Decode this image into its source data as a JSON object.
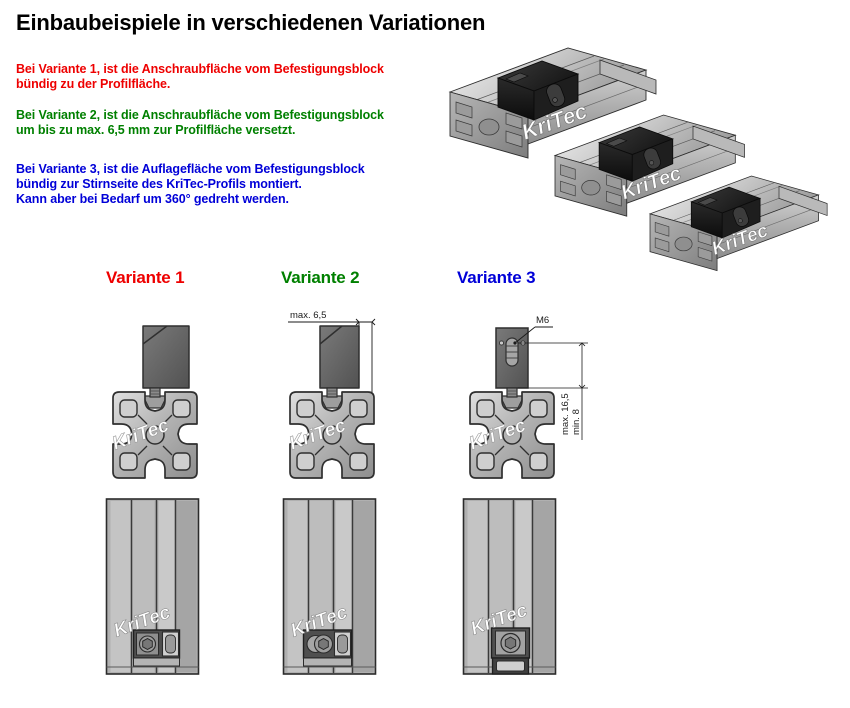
{
  "page": {
    "title": "Einbaubeispiele in verschiedenen Variationen",
    "background_color": "#ffffff",
    "brand_watermark": "KriTec"
  },
  "notes": [
    {
      "id": "note-1",
      "color": "#ee0000",
      "text": "Bei Variante 1, ist die Anschraubfläche vom Befestigungsblock\nbündig zu der Profilfläche."
    },
    {
      "id": "note-2",
      "color": "#008000",
      "text": "Bei Variante 2, ist die Anschraubfläche vom Befestigungsblock\num bis zu max. 6,5 mm zur Profilfläche versetzt."
    },
    {
      "id": "note-3",
      "color": "#0000d8",
      "text": "Bei Variante 3, ist die Auflagefläche vom Befestigungsblock\nbündig zur Stirnseite des KriTec-Profils montiert.\nKann aber bei Bedarf um 360° gedreht werden."
    }
  ],
  "variants": [
    {
      "label": "Variante 1",
      "color": "#ee0000"
    },
    {
      "label": "Variante 2",
      "color": "#008000"
    },
    {
      "label": "Variante 3",
      "color": "#0000d8"
    }
  ],
  "dimensions": {
    "variant2_offset": "max.  6,5",
    "variant3_thread": "M6",
    "variant3_max": "max.  16,5",
    "variant3_min": "min.  8"
  },
  "isometric_views": {
    "count": 3,
    "watermark": "KriTec",
    "description": "Drei isometrische Ansichten des KriTec-Aluminiumprofils mit schwarzem Befestigungsblock"
  },
  "top_views": {
    "count": 3,
    "watermark": "KriTec"
  },
  "colors": {
    "profile_light": "#d7d7d7",
    "profile_mid": "#a8a8a8",
    "profile_dark": "#6e6e6e",
    "block_dark": "#5d5d5d",
    "outline": "#2b2b2b",
    "iso_black": "#111111"
  }
}
